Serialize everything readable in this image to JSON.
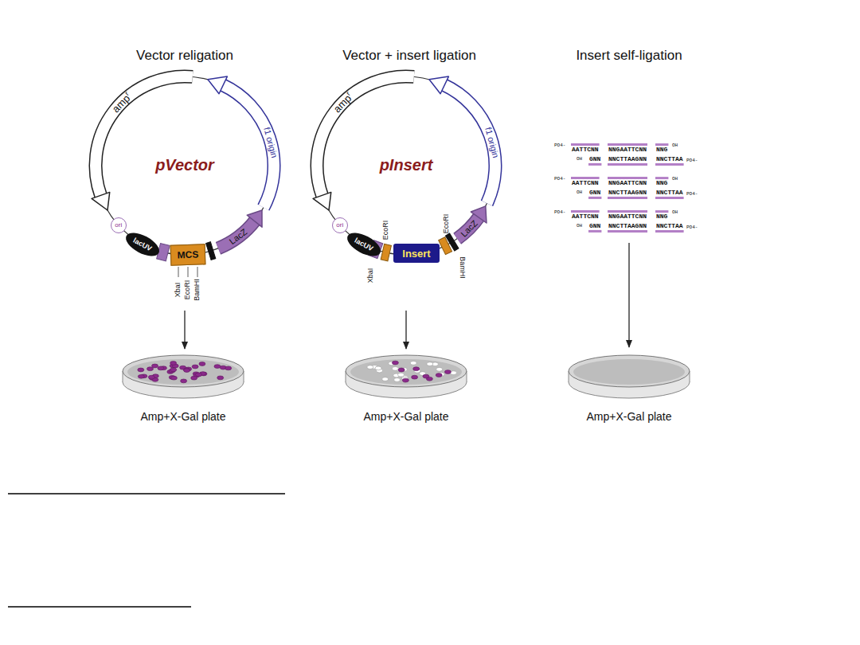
{
  "diagram": {
    "nodes": [
      {
        "text": [
          "pVector"
        ]
      },
      {
        "text": [
          "ori"
        ],
        "in": 0
      },
      {
        "text": [
          "lacUV"
        ],
        "in": 0
      },
      {
        "text": [
          "MCS"
        ],
        "in": 0
      },
      {
        "text": [
          "pInsert"
        ]
      },
      {
        "text": [
          "ori"
        ],
        "in": 4
      },
      {
        "text": [
          "lacUV"
        ],
        "in": 4
      },
      {
        "text": [
          "Insert"
        ],
        "in": 4
      },
      {
        "text": [
          "Amp+X-Gal plate"
        ]
      },
      {
        "text": [
          "Amp+X-Gal plate"
        ]
      },
      {
        "text": [
          "Amp+X-Gal plate"
        ]
      }
    ],
    "edges": [
      {
        "from": 0,
        "to": 8,
        "arrow": "to"
      },
      {
        "from": 4,
        "to": 9,
        "arrow": "to"
      }
    ],
    "labels": [
      "Vector religation",
      "Vector + insert ligation",
      "Insert self-ligation",
      "amp",
      "r",
      "f1 origin",
      "LacZ",
      "XbaI",
      "EcoRI",
      "BamHI",
      "amp",
      "r",
      "f1 origin",
      "LacZ",
      "XbaI",
      "EcoRI",
      "EcoRI",
      "BamHI",
      "PO4-",
      "AATTCNN",
      "NNGAATTCNN",
      "NNG",
      "OH",
      "OH",
      "GNN",
      "NNCTTAAGNN",
      "NNCTTAA",
      "PO4-",
      "PO4-",
      "AATTCNN",
      "NNGAATTCNN",
      "NNG",
      "OH",
      "OH",
      "GNN",
      "NNCTTAAGNN",
      "NNCTTAA",
      "PO4-",
      "PO4-",
      "AATTCNN",
      "NNGAATTCNN",
      "NNG",
      "OH",
      "OH",
      "GNN",
      "NNCTTAAGNN",
      "NNCTTAA",
      "PO4-"
    ]
  }
}
